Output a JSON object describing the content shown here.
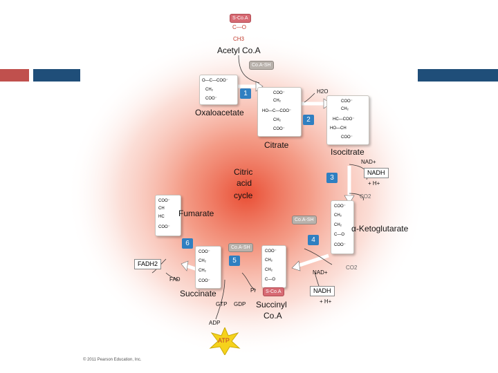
{
  "colors": {
    "left_bar": "#c0504d",
    "right_bar": "#1f4e79",
    "step_box": "#2f7fc1",
    "glow_center": "#e8452a",
    "atp_star": "#f6d21b"
  },
  "top": {
    "s_coa": "S-Co.A",
    "c_o": "C—O",
    "ch3": "CH3",
    "acetyl_coa": "Acetyl Co.A",
    "coa_sh": "Co.A-SH"
  },
  "steps": [
    "1",
    "2",
    "3",
    "4",
    "5",
    "6"
  ],
  "labels": {
    "oxaloacetate": "Oxaloacetate",
    "citrate": "Citrate",
    "isocitrate": "Isocitrate",
    "h2o": "H2O",
    "cycle": [
      "Citric",
      "acid",
      "cycle"
    ],
    "fumarate": "Fumarate",
    "alpha_kg": "α-Ketoglutarate",
    "succinate": "Succinate",
    "succinyl": [
      "Succinyl",
      "Co.A"
    ],
    "fadh2": "FADH2",
    "fad": "FAD",
    "nad_1": "NAD+",
    "nadh_1": "NADH",
    "hplus_1": "+ H+",
    "co2_1": "CO2",
    "coa_sh_2": "Co.A-SH",
    "coa_sh_3": "Co.A-SH",
    "nad_2": "NAD+",
    "co2_2": "CO2",
    "nadh_2": "NADH",
    "hplus_2": "+ H+",
    "pi": "Pi",
    "s_coa_2": "S-Co.A",
    "gtp": "GTP",
    "gdp": "GDP",
    "adp": "ADP",
    "atp": "ATP"
  },
  "copyright": "© 2011 Pearson Education, Inc."
}
